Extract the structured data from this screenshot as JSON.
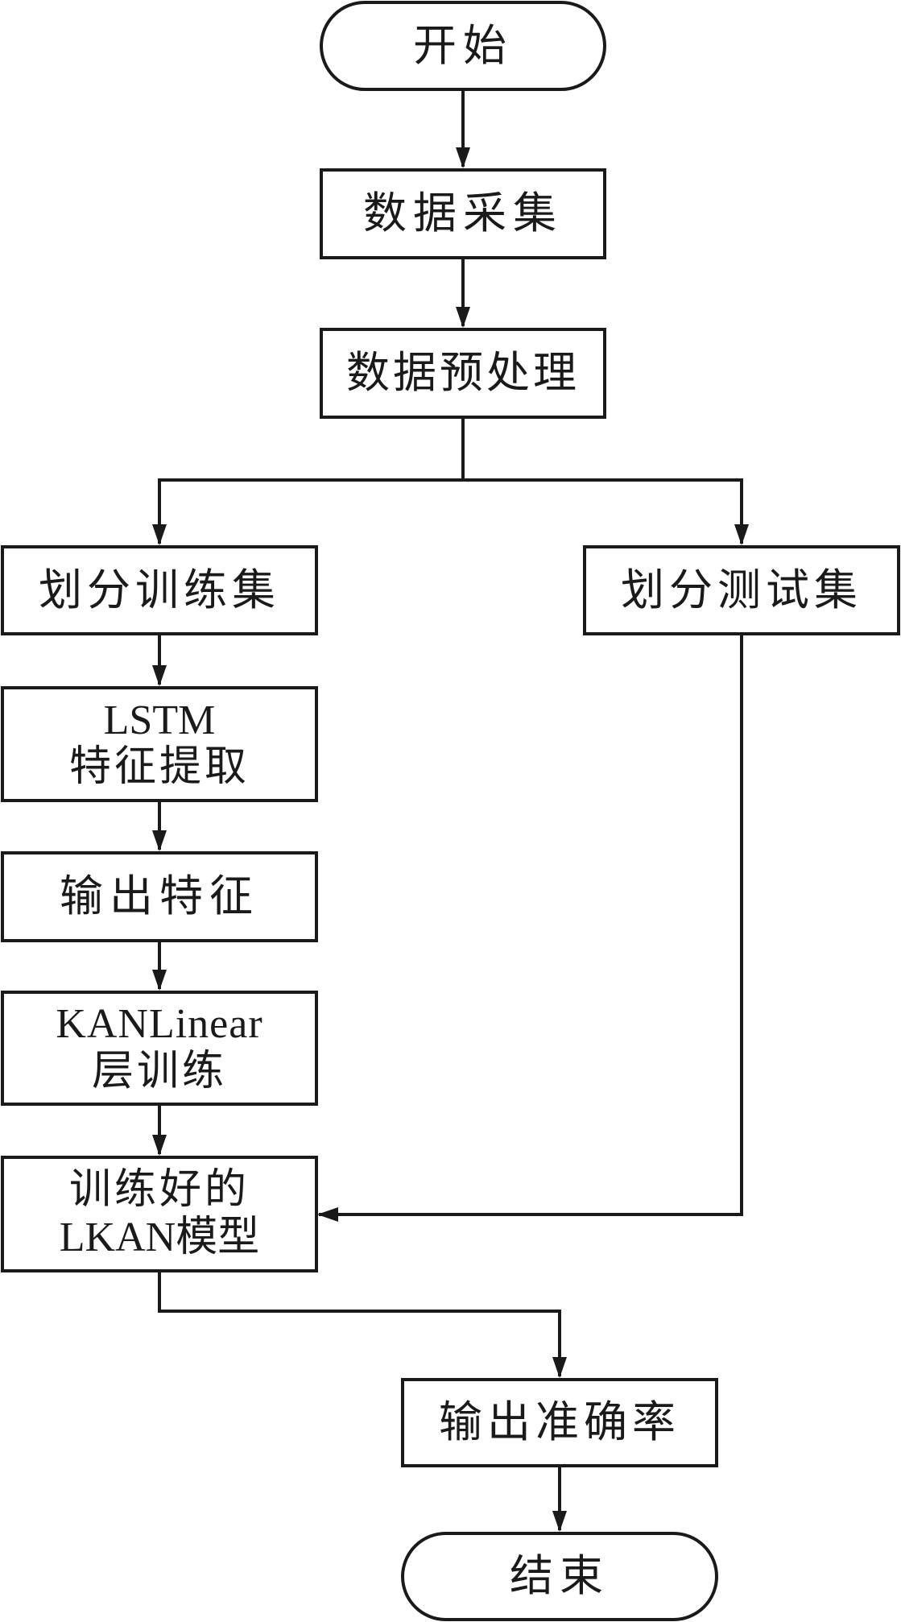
{
  "diagram": {
    "type": "flowchart",
    "nodes": [
      {
        "id": "start",
        "shape": "terminal",
        "lines": [
          "开始"
        ]
      },
      {
        "id": "collect",
        "shape": "process",
        "lines": [
          "数据采集"
        ]
      },
      {
        "id": "preprocess",
        "shape": "process",
        "lines": [
          "数据预处理"
        ]
      },
      {
        "id": "train_split",
        "shape": "process",
        "lines": [
          "划分训练集"
        ]
      },
      {
        "id": "test_split",
        "shape": "process",
        "lines": [
          "划分测试集"
        ]
      },
      {
        "id": "lstm",
        "shape": "process",
        "lines": [
          "LSTM",
          "特征提取"
        ]
      },
      {
        "id": "features",
        "shape": "process",
        "lines": [
          "输出特征"
        ]
      },
      {
        "id": "kan",
        "shape": "process",
        "lines": [
          "KANLinear",
          "层训练"
        ]
      },
      {
        "id": "model",
        "shape": "process",
        "lines": [
          "训练好的",
          "LKAN模型"
        ]
      },
      {
        "id": "accuracy",
        "shape": "process",
        "lines": [
          "输出准确率"
        ]
      },
      {
        "id": "end",
        "shape": "terminal",
        "lines": [
          "结束"
        ]
      }
    ],
    "edges": [
      {
        "from": "start",
        "to": "collect"
      },
      {
        "from": "collect",
        "to": "preprocess"
      },
      {
        "from": "preprocess",
        "to": "train_split"
      },
      {
        "from": "preprocess",
        "to": "test_split"
      },
      {
        "from": "train_split",
        "to": "lstm"
      },
      {
        "from": "lstm",
        "to": "features"
      },
      {
        "from": "features",
        "to": "kan"
      },
      {
        "from": "kan",
        "to": "model"
      },
      {
        "from": "test_split",
        "to": "model"
      },
      {
        "from": "model",
        "to": "accuracy"
      },
      {
        "from": "accuracy",
        "to": "end"
      }
    ]
  }
}
